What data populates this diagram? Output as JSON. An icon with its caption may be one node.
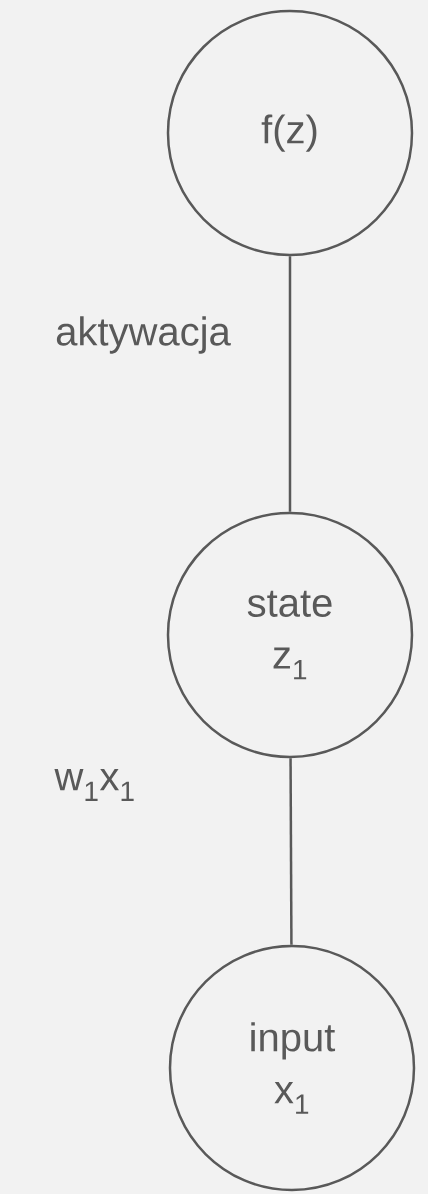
{
  "diagram": {
    "nodes": [
      {
        "text": [
          "f(z)"
        ]
      },
      {
        "text": [
          "state",
          "z$_{1}$"
        ]
      },
      {
        "text": [
          "input",
          "x$_{1}$"
        ]
      }
    ],
    "edges": [
      {
        "from": 0,
        "to": 1,
        "arrow": "none",
        "label": "aktywacja"
      },
      {
        "from": 1,
        "to": 2,
        "arrow": "none",
        "label": "w$_{1}$x$_{1}$"
      }
    ]
  }
}
